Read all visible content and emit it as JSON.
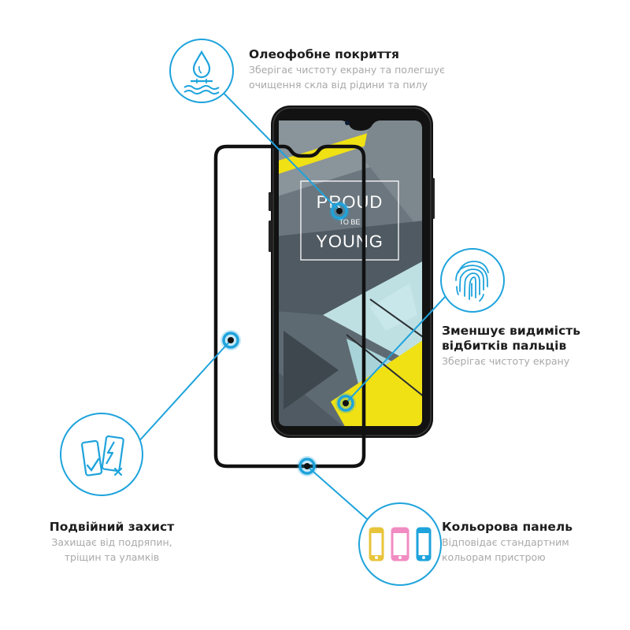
{
  "colors": {
    "accent": "#1ea3dc",
    "frame": "#111111",
    "yellow": "#f0e114",
    "teal": "#b9dfe2",
    "slate": "#5f6b73",
    "pink": "#f08cc2",
    "gold": "#e8c43a"
  },
  "screen_text": {
    "line1": "PROUD",
    "line2": "TO BE",
    "line3": "YOUNG"
  },
  "features": {
    "oleophobic": {
      "icon": "water-drop-icon",
      "title": "Олеофобне покриття",
      "desc_line1": "Зберігає чистоту екрану та полегшує",
      "desc_line2": "очищення скла від рідини та пилу"
    },
    "fingerprint": {
      "icon": "fingerprint-icon",
      "title_line1": "Зменшує видимість",
      "title_line2": "відбитків пальців",
      "desc": "Зберігає чистоту екрану"
    },
    "double_protection": {
      "icon": "double-protection-icon",
      "title": "Подвійний захист",
      "desc_line1": "Захищає від подряпин,",
      "desc_line2": "тріщин та уламків"
    },
    "color_panel": {
      "icon": "color-panel-icon",
      "title": "Кольорова панель",
      "desc_line1": "Відповідає стандартним",
      "desc_line2": "кольорам пристрою"
    }
  }
}
